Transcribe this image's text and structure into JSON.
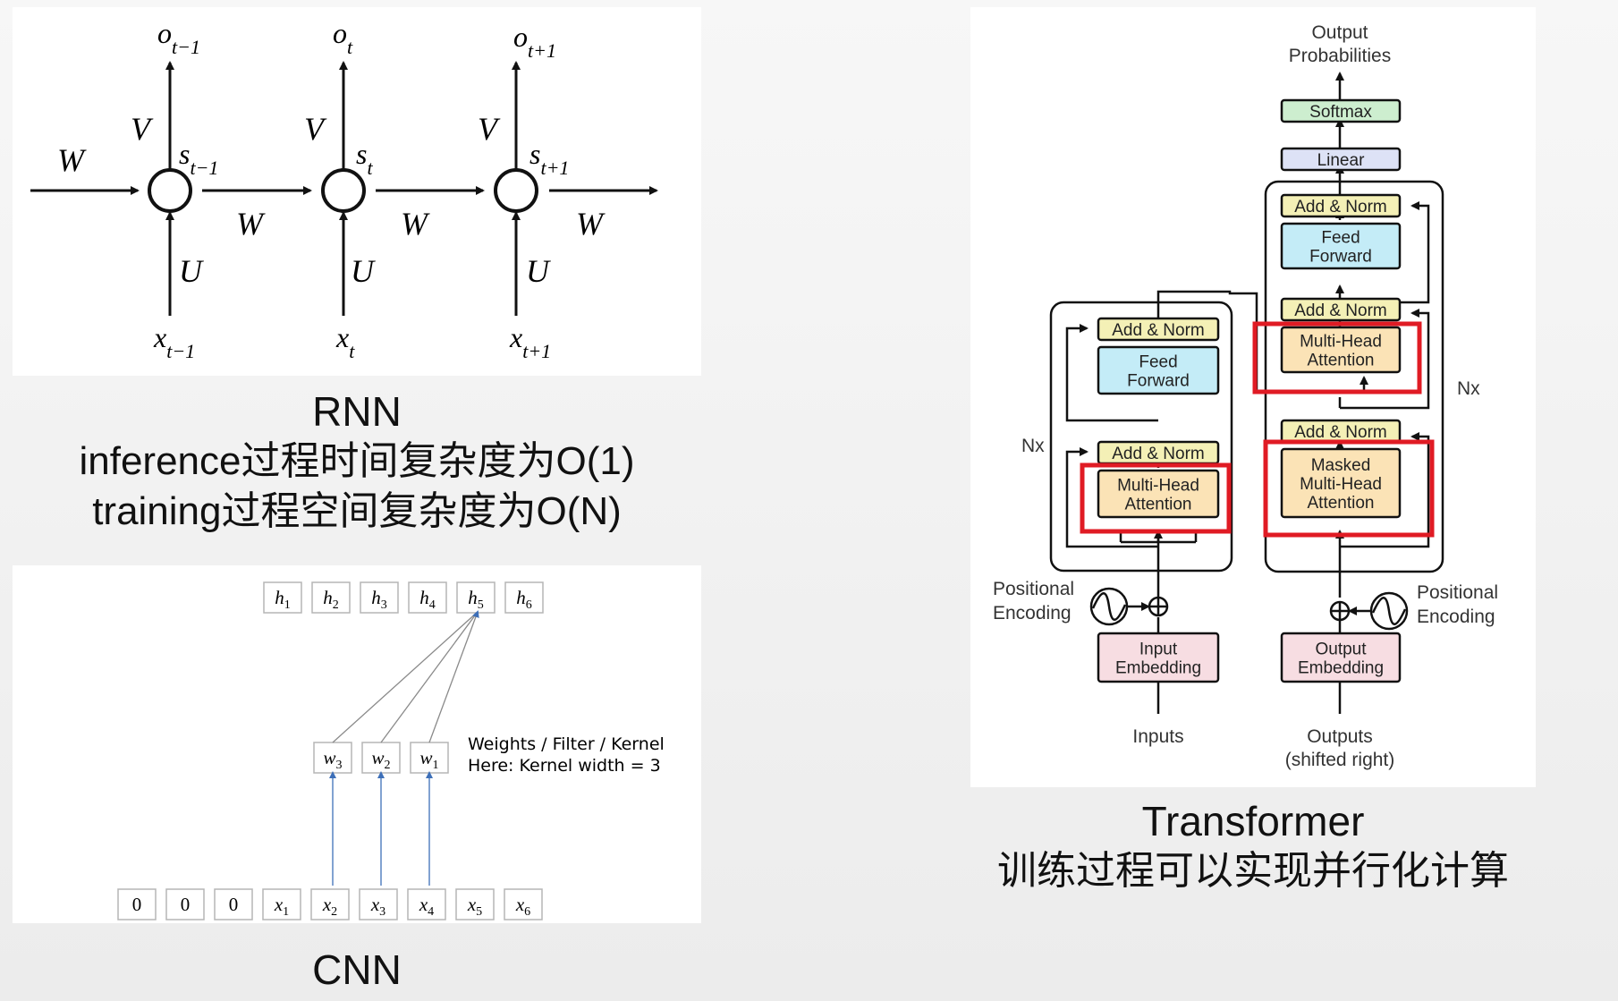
{
  "rnn": {
    "outputs": [
      {
        "var": "o",
        "sub": "t−1"
      },
      {
        "var": "o",
        "sub": "t"
      },
      {
        "var": "o",
        "sub": "t+1"
      }
    ],
    "states": [
      {
        "var": "s",
        "sub": "t−1"
      },
      {
        "var": "s",
        "sub": "t"
      },
      {
        "var": "s",
        "sub": "t+1"
      }
    ],
    "inputs": [
      {
        "var": "x",
        "sub": "t−1"
      },
      {
        "var": "x",
        "sub": "t"
      },
      {
        "var": "x",
        "sub": "t+1"
      }
    ],
    "weight_v": "V",
    "weight_u": "U",
    "weight_w": "W",
    "title": "RNN",
    "line1": "inference过程时间复杂度为O(1)",
    "line2": "training过程空间复杂度为O(N)"
  },
  "cnn": {
    "outputs": [
      {
        "var": "h",
        "sub": "1"
      },
      {
        "var": "h",
        "sub": "2"
      },
      {
        "var": "h",
        "sub": "3"
      },
      {
        "var": "h",
        "sub": "4"
      },
      {
        "var": "h",
        "sub": "5"
      },
      {
        "var": "h",
        "sub": "6"
      }
    ],
    "weights": [
      {
        "var": "w",
        "sub": "3"
      },
      {
        "var": "w",
        "sub": "2"
      },
      {
        "var": "w",
        "sub": "1"
      }
    ],
    "inputs": [
      {
        "var": "0",
        "sub": ""
      },
      {
        "var": "0",
        "sub": ""
      },
      {
        "var": "0",
        "sub": ""
      },
      {
        "var": "x",
        "sub": "1"
      },
      {
        "var": "x",
        "sub": "2"
      },
      {
        "var": "x",
        "sub": "3"
      },
      {
        "var": "x",
        "sub": "4"
      },
      {
        "var": "x",
        "sub": "5"
      },
      {
        "var": "x",
        "sub": "6"
      }
    ],
    "note_line1": "Weights / Filter / Kernel",
    "note_line2": "Here: Kernel width = 3",
    "title": "CNN"
  },
  "transformer": {
    "output_probabilities": [
      "Output",
      "Probabilities"
    ],
    "softmax": "Softmax",
    "linear": "Linear",
    "add_norm": "Add & Norm",
    "feed_forward": [
      "Feed",
      "Forward"
    ],
    "multi_head_attention": [
      "Multi-Head",
      "Attention"
    ],
    "masked_attention": [
      "Masked",
      "Multi-Head",
      "Attention"
    ],
    "nx": "Nx",
    "positional_encoding": [
      "Positional",
      "Encoding"
    ],
    "input_embedding": [
      "Input",
      "Embedding"
    ],
    "output_embedding": [
      "Output",
      "Embedding"
    ],
    "inputs": "Inputs",
    "outputs": [
      "Outputs",
      "(shifted right)"
    ],
    "title": "Transformer",
    "subtitle": "训练过程可以实现并行化计算",
    "colors": {
      "add_norm": "#f4f0b6",
      "feed_forward": "#c4ecf7",
      "attention": "#fbe3b6",
      "embedding": "#f7dde2",
      "softmax": "#cdeecf",
      "linear": "#dde2f6",
      "highlight": "#e01b24"
    }
  }
}
